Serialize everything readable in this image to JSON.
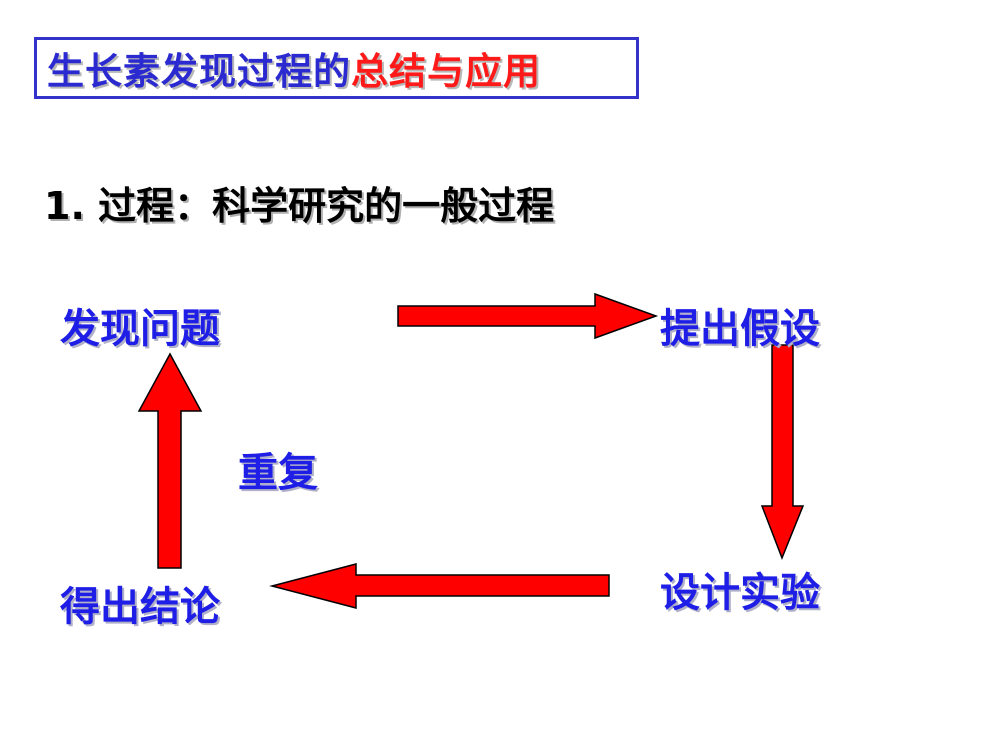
{
  "title": {
    "main": "生长素发现过程的",
    "accent": "总结与应用"
  },
  "subtitle": "1. 过程：科学研究的一般过程",
  "cycle": {
    "step1": "发现问题",
    "step2": "提出假设",
    "step3": "设计实验",
    "step4": "得出结论",
    "center": "重复"
  },
  "colors": {
    "title_border": "#3333cc",
    "title_main": "#2a2ad0",
    "title_accent": "#ff1a1a",
    "node_text": "#1e1ee6",
    "arrow_fill": "#ff0000",
    "arrow_stroke": "#000000"
  }
}
